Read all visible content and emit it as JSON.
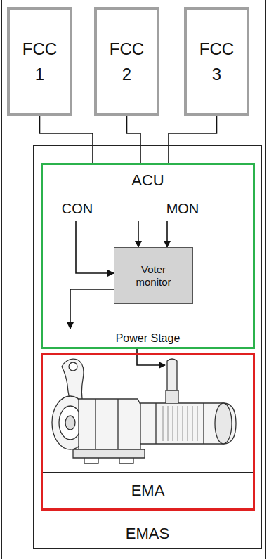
{
  "diagram": {
    "nodes": [
      {
        "text": [
          "FCC 1"
        ]
      },
      {
        "text": [
          "FCC 2"
        ]
      },
      {
        "text": [
          "FCC 3"
        ]
      },
      {
        "text": [
          "EMAS"
        ]
      },
      {
        "text": [
          "ACU"
        ],
        "in": 3
      },
      {
        "text": [
          "CON"
        ],
        "in": 4
      },
      {
        "text": [
          "MON"
        ],
        "in": 4
      },
      {
        "text": [
          "Voter monitor"
        ],
        "in": 4
      },
      {
        "text": [
          "Power Stage"
        ],
        "in": 4
      },
      {
        "text": [
          "EMA"
        ],
        "in": 3
      }
    ],
    "edges": [
      {
        "from": 0,
        "to": 4,
        "arrow": "none"
      },
      {
        "from": 1,
        "to": 4,
        "arrow": "none"
      },
      {
        "from": 2,
        "to": 4,
        "arrow": "none"
      },
      {
        "from": 5,
        "to": 7,
        "arrow": "to"
      },
      {
        "from": 6,
        "to": 7,
        "arrow": "to"
      },
      {
        "from": 6,
        "to": 7,
        "arrow": "to"
      },
      {
        "from": 7,
        "to": 8,
        "arrow": "to"
      },
      {
        "from": 8,
        "to": 9,
        "arrow": "to"
      }
    ]
  }
}
